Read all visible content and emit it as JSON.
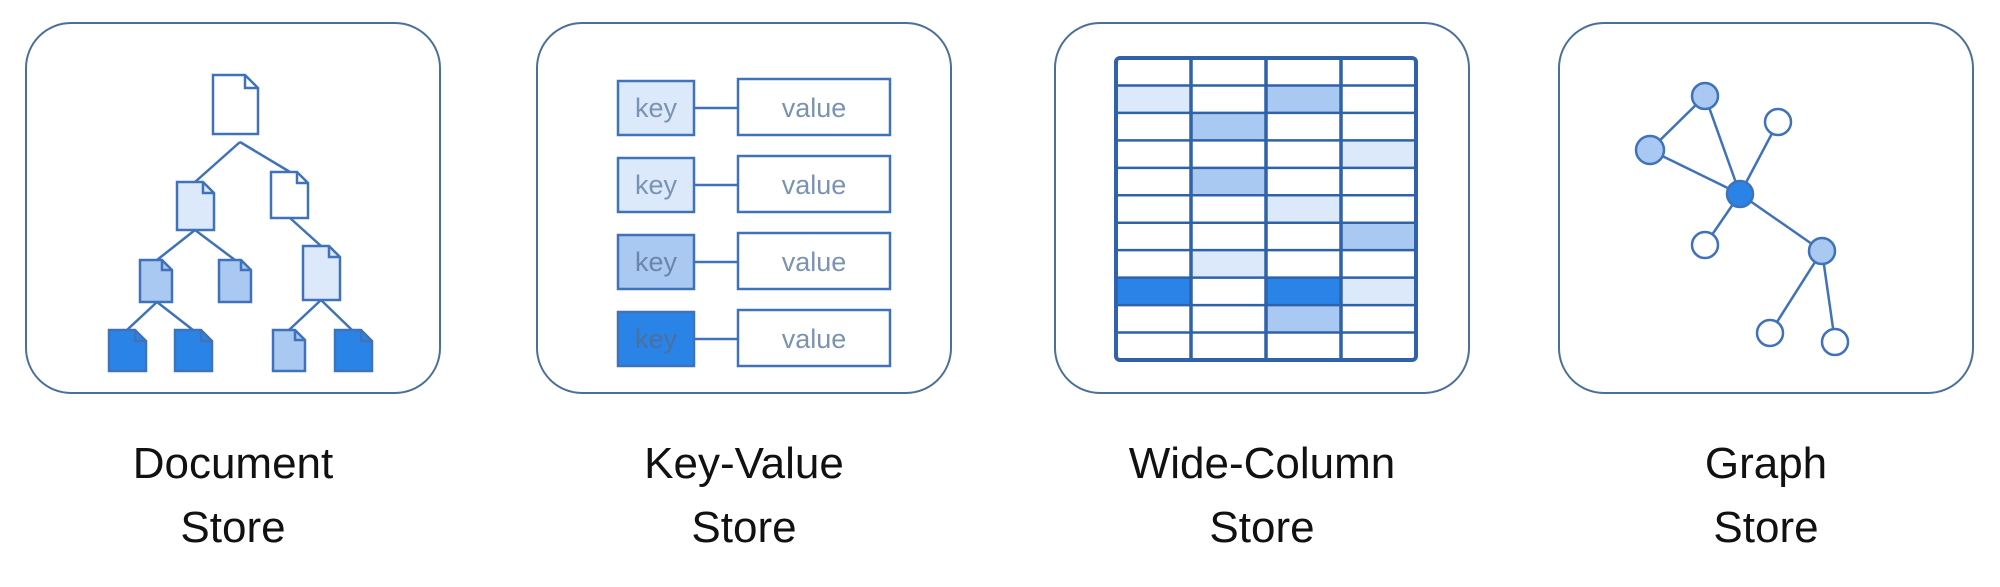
{
  "palette": {
    "frame": "#4a6f99",
    "light": "#dbe9fb",
    "medium": "#a9c8f2",
    "dark": "#2a84e8",
    "stroke": "#3f72b8"
  },
  "cards": [
    {
      "icon": "document-tree-icon",
      "line1": "Document",
      "line2": "Store"
    },
    {
      "icon": "key-value-icon",
      "line1": "Key-Value",
      "line2": "Store",
      "rows": [
        {
          "key": "key",
          "value": "value"
        },
        {
          "key": "key",
          "value": "value"
        },
        {
          "key": "key",
          "value": "value"
        },
        {
          "key": "key",
          "value": "value"
        }
      ]
    },
    {
      "icon": "wide-column-table-icon",
      "line1": "Wide-Column",
      "line2": "Store"
    },
    {
      "icon": "graph-network-icon",
      "line1": "Graph",
      "line2": "Store"
    }
  ]
}
